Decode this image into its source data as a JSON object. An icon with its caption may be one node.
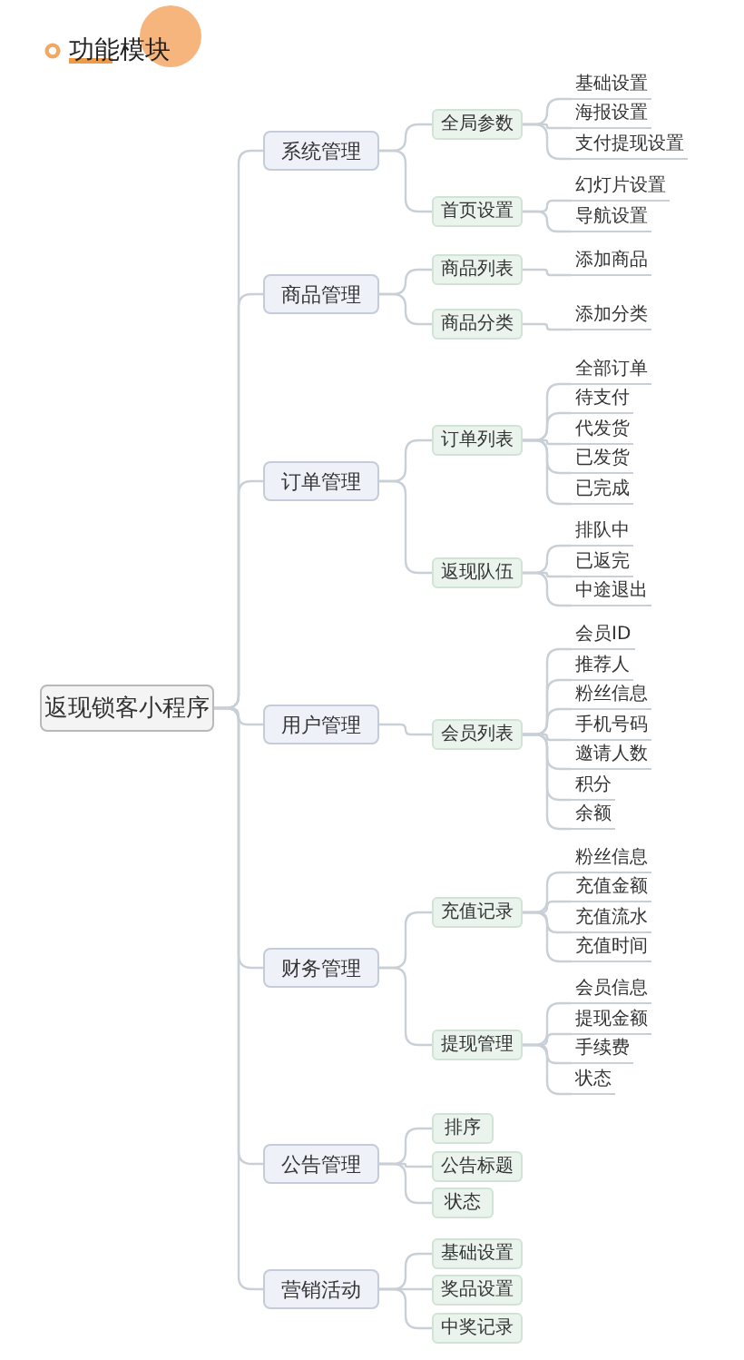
{
  "diagram": {
    "title": "功能模块",
    "nodes": [
      {
        "text": [
          "返现锁客小程序"
        ]
      },
      {
        "text": [
          "系统管理"
        ]
      },
      {
        "text": [
          "全局参数"
        ]
      },
      {
        "text": [
          "基础设置"
        ]
      },
      {
        "text": [
          "海报设置"
        ]
      },
      {
        "text": [
          "支付提现设置"
        ]
      },
      {
        "text": [
          "首页设置"
        ]
      },
      {
        "text": [
          "幻灯片设置"
        ]
      },
      {
        "text": [
          "导航设置"
        ]
      },
      {
        "text": [
          "商品管理"
        ]
      },
      {
        "text": [
          "商品列表"
        ]
      },
      {
        "text": [
          "添加商品"
        ]
      },
      {
        "text": [
          "商品分类"
        ]
      },
      {
        "text": [
          "添加分类"
        ]
      },
      {
        "text": [
          "订单管理"
        ]
      },
      {
        "text": [
          "订单列表"
        ]
      },
      {
        "text": [
          "全部订单"
        ]
      },
      {
        "text": [
          "待支付"
        ]
      },
      {
        "text": [
          "代发货"
        ]
      },
      {
        "text": [
          "已发货"
        ]
      },
      {
        "text": [
          "已完成"
        ]
      },
      {
        "text": [
          "返现队伍"
        ]
      },
      {
        "text": [
          "排队中"
        ]
      },
      {
        "text": [
          "已返完"
        ]
      },
      {
        "text": [
          "中途退出"
        ]
      },
      {
        "text": [
          "用户管理"
        ]
      },
      {
        "text": [
          "会员列表"
        ]
      },
      {
        "text": [
          "会员ID"
        ]
      },
      {
        "text": [
          "推荐人"
        ]
      },
      {
        "text": [
          "粉丝信息"
        ]
      },
      {
        "text": [
          "手机号码"
        ]
      },
      {
        "text": [
          "邀请人数"
        ]
      },
      {
        "text": [
          "积分"
        ]
      },
      {
        "text": [
          "余额"
        ]
      },
      {
        "text": [
          "财务管理"
        ]
      },
      {
        "text": [
          "充值记录"
        ]
      },
      {
        "text": [
          "粉丝信息"
        ]
      },
      {
        "text": [
          "充值金额"
        ]
      },
      {
        "text": [
          "充值流水"
        ]
      },
      {
        "text": [
          "充值时间"
        ]
      },
      {
        "text": [
          "提现管理"
        ]
      },
      {
        "text": [
          "会员信息"
        ]
      },
      {
        "text": [
          "提现金额"
        ]
      },
      {
        "text": [
          "手续费"
        ]
      },
      {
        "text": [
          "状态"
        ]
      },
      {
        "text": [
          "公告管理"
        ]
      },
      {
        "text": [
          "排序"
        ]
      },
      {
        "text": [
          "公告标题"
        ]
      },
      {
        "text": [
          "状态"
        ]
      },
      {
        "text": [
          "营销活动"
        ]
      },
      {
        "text": [
          "基础设置"
        ]
      },
      {
        "text": [
          "奖品设置"
        ]
      },
      {
        "text": [
          "中奖记录"
        ]
      }
    ],
    "edges": [
      {
        "from": 0,
        "to": 1,
        "arrow": "none"
      },
      {
        "from": 1,
        "to": 2,
        "arrow": "none"
      },
      {
        "from": 2,
        "to": 3,
        "arrow": "none"
      },
      {
        "from": 2,
        "to": 4,
        "arrow": "none"
      },
      {
        "from": 2,
        "to": 5,
        "arrow": "none"
      },
      {
        "from": 1,
        "to": 6,
        "arrow": "none"
      },
      {
        "from": 6,
        "to": 7,
        "arrow": "none"
      },
      {
        "from": 6,
        "to": 8,
        "arrow": "none"
      },
      {
        "from": 0,
        "to": 9,
        "arrow": "none"
      },
      {
        "from": 9,
        "to": 10,
        "arrow": "none"
      },
      {
        "from": 10,
        "to": 11,
        "arrow": "none"
      },
      {
        "from": 9,
        "to": 12,
        "arrow": "none"
      },
      {
        "from": 12,
        "to": 13,
        "arrow": "none"
      },
      {
        "from": 0,
        "to": 14,
        "arrow": "none"
      },
      {
        "from": 14,
        "to": 15,
        "arrow": "none"
      },
      {
        "from": 15,
        "to": 16,
        "arrow": "none"
      },
      {
        "from": 15,
        "to": 17,
        "arrow": "none"
      },
      {
        "from": 15,
        "to": 18,
        "arrow": "none"
      },
      {
        "from": 15,
        "to": 19,
        "arrow": "none"
      },
      {
        "from": 15,
        "to": 20,
        "arrow": "none"
      },
      {
        "from": 14,
        "to": 21,
        "arrow": "none"
      },
      {
        "from": 21,
        "to": 22,
        "arrow": "none"
      },
      {
        "from": 21,
        "to": 23,
        "arrow": "none"
      },
      {
        "from": 21,
        "to": 24,
        "arrow": "none"
      },
      {
        "from": 0,
        "to": 25,
        "arrow": "none"
      },
      {
        "from": 25,
        "to": 26,
        "arrow": "none"
      },
      {
        "from": 26,
        "to": 27,
        "arrow": "none"
      },
      {
        "from": 26,
        "to": 28,
        "arrow": "none"
      },
      {
        "from": 26,
        "to": 29,
        "arrow": "none"
      },
      {
        "from": 26,
        "to": 30,
        "arrow": "none"
      },
      {
        "from": 26,
        "to": 31,
        "arrow": "none"
      },
      {
        "from": 26,
        "to": 32,
        "arrow": "none"
      },
      {
        "from": 26,
        "to": 33,
        "arrow": "none"
      },
      {
        "from": 0,
        "to": 34,
        "arrow": "none"
      },
      {
        "from": 34,
        "to": 35,
        "arrow": "none"
      },
      {
        "from": 35,
        "to": 36,
        "arrow": "none"
      },
      {
        "from": 35,
        "to": 37,
        "arrow": "none"
      },
      {
        "from": 35,
        "to": 38,
        "arrow": "none"
      },
      {
        "from": 35,
        "to": 39,
        "arrow": "none"
      },
      {
        "from": 34,
        "to": 40,
        "arrow": "none"
      },
      {
        "from": 40,
        "to": 41,
        "arrow": "none"
      },
      {
        "from": 40,
        "to": 42,
        "arrow": "none"
      },
      {
        "from": 40,
        "to": 43,
        "arrow": "none"
      },
      {
        "from": 40,
        "to": 44,
        "arrow": "none"
      },
      {
        "from": 0,
        "to": 45,
        "arrow": "none"
      },
      {
        "from": 45,
        "to": 46,
        "arrow": "none"
      },
      {
        "from": 45,
        "to": 47,
        "arrow": "none"
      },
      {
        "from": 45,
        "to": 48,
        "arrow": "none"
      },
      {
        "from": 0,
        "to": 49,
        "arrow": "none"
      },
      {
        "from": 49,
        "to": 50,
        "arrow": "none"
      },
      {
        "from": 49,
        "to": 51,
        "arrow": "none"
      },
      {
        "from": 49,
        "to": 52,
        "arrow": "none"
      }
    ]
  }
}
